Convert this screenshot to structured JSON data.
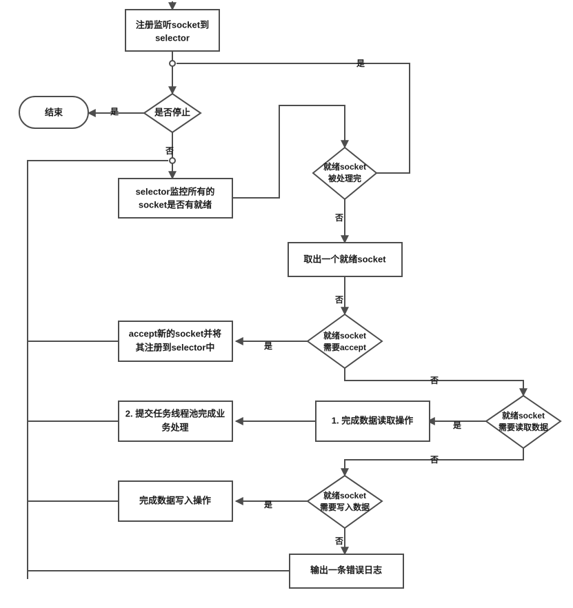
{
  "diagram": {
    "title": "NIO selector event loop flowchart",
    "colors": {
      "stroke": "#4d4d4d",
      "fill": "#ffffff",
      "text": "#1a1a1a",
      "background": "#ffffff"
    },
    "nodes": {
      "register": {
        "shape": "rectangle",
        "line1": "注册监听socket到",
        "line2": "selector"
      },
      "end": {
        "shape": "rounded",
        "line1": "结束"
      },
      "stop_check": {
        "shape": "diamond",
        "line1": "是否停止"
      },
      "selector_monitor": {
        "shape": "rectangle",
        "line1": "selector监控所有的",
        "line2": "socket是否有就绪"
      },
      "all_processed": {
        "shape": "diamond",
        "line1": "就绪socket",
        "line2": "被处理完"
      },
      "take_one": {
        "shape": "rectangle",
        "line1": "取出一个就绪socket"
      },
      "need_accept": {
        "shape": "diamond",
        "line1": "就绪socket",
        "line2": "需要accept"
      },
      "do_accept": {
        "shape": "rectangle",
        "line1": "accept新的socket并将",
        "line2": "其注册到selector中"
      },
      "need_read": {
        "shape": "diamond",
        "line1": "就绪socket",
        "line2": "需要读取数据"
      },
      "do_read": {
        "shape": "rectangle",
        "line1": "1. 完成数据读取操作"
      },
      "submit_pool": {
        "shape": "rectangle",
        "line1": "2. 提交任务线程池完成业",
        "line2": "务处理"
      },
      "need_write": {
        "shape": "diamond",
        "line1": "就绪socket",
        "line2": "需要写入数据"
      },
      "do_write": {
        "shape": "rectangle",
        "line1": "完成数据写入操作"
      },
      "error_log": {
        "shape": "rectangle",
        "line1": "输出一条错误日志"
      }
    },
    "edge_labels": {
      "stop_yes": "是",
      "stop_no": "否",
      "processed_yes": "是",
      "processed_no": "否",
      "take_no": "否",
      "accept_yes": "是",
      "accept_no": "否",
      "read_yes": "是",
      "read_no": "否",
      "write_yes": "是",
      "write_no": "否"
    }
  }
}
